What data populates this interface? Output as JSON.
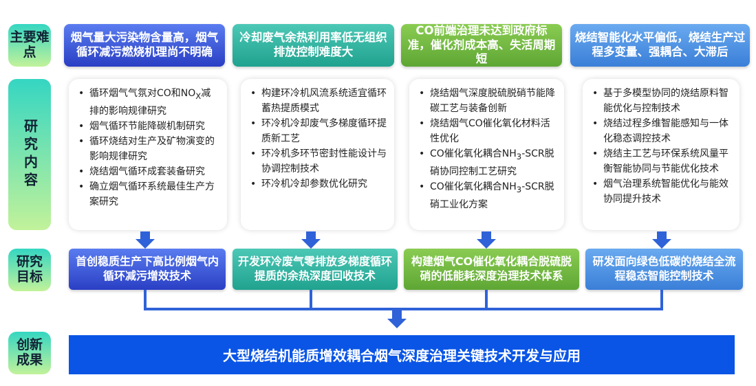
{
  "labels": {
    "difficulties": "主要难点",
    "research_content": "研究内容",
    "research_goals": "研究目标",
    "innovation": "创新成果"
  },
  "difficulties": [
    "烟气量大污染物含量高，烟气循环减污燃烧机理尚不明确",
    "冷却废气余热利用率低无组织排放控制难度大",
    "CO前端治理未达到政府标准，催化剂成本高、失活周期短",
    "烧结智能化水平偏低，烧结生产过程多变量、强耦合、大滞后"
  ],
  "research_content": [
    [
      "循环烟气气氛对CO和NOx减排的影响规律研究",
      "烟气循环节能降碳机制研究",
      "循环烧结对生产及矿物演变的影响规律研究",
      "烧结烟气循环成套装备研究",
      "确立烟气循环系统最佳生产方案研究"
    ],
    [
      "构建环冷机风流系统适宜循环蓄热提质模式",
      "环冷机冷却废气多梯度循环提质新工艺",
      "环冷机多环节密封性能设计与协调控制技术",
      "环冷机冷却参数优化研究"
    ],
    [
      "烧结烟气深度脱硫脱硝节能降碳工艺与装备创新",
      "烧结烟气CO催化氧化材料活性优化",
      "CO催化氧化耦合NH3-SCR脱硝协同控制工艺研究",
      "CO催化氧化耦合NH3-SCR脱硝工业化方案"
    ],
    [
      "基于多模型协同的烧结原料智能优化与控制技术",
      "烧结过程多维智能感知与一体化稳态调控技术",
      "烧结主工艺与环保系统风量平衡智能协同与节能优化技术",
      "烟气治理系统智能优化与能效协同提升技术"
    ]
  ],
  "goals": [
    "首创稳质生产下高比例烟气内循环减污增效技术",
    "开发环冷废气零排放多梯度循环提质的余热深度回收技术",
    "构建烟气CO催化氧化耦合脱硫脱硝的低能耗深度治理技术体系",
    "研发面向绿色低碳的烧结全流程稳态智能控制技术"
  ],
  "result": "大型烧结机能质增效耦合烟气深度治理关键技术开发与应用",
  "colors": {
    "blue": "#2a3fc4",
    "teal": "#20a28f",
    "green": "#5ea634",
    "light_blue": "#3a7fd8",
    "final": "#0a55e6"
  }
}
